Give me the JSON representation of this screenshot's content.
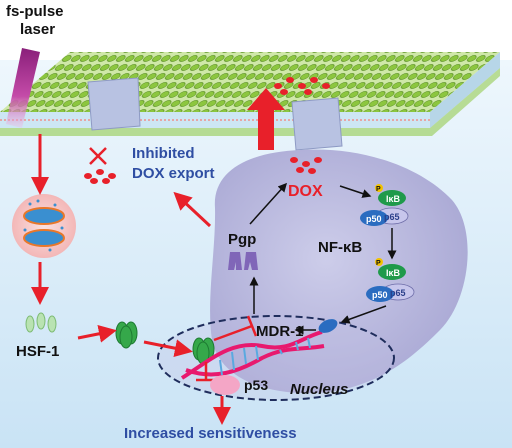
{
  "labels": {
    "laser": "fs-pulse\nlaser",
    "inhibited": "Inhibited\nDOX export",
    "dox": "DOX",
    "pgp": "Pgp",
    "nfkb": "NF-κB",
    "ikb": "IκB",
    "p": "P",
    "p50": "p50",
    "p65": "p65",
    "hsf1": "HSF-1",
    "mdr1": "MDR-1",
    "p53": "p53",
    "nucleus": "Nucleus",
    "sensitiveness": "Increased sensitiveness"
  },
  "colors": {
    "membrane_green": "#8cc63f",
    "membrane_dark": "#5a8f26",
    "red_arrow": "#e8202a",
    "text_blue": "#2f4ea3",
    "dox_red": "#e8202a",
    "cell_lavender": "#b9b8dc",
    "nucleus_dash": "#1f2d5c",
    "background_blue": "#d8ecf8",
    "ikb_green": "#1f9a4a",
    "p50_blue": "#2a6cc0",
    "p65_lavender": "#c7c6ec",
    "p_yellow": "#f2c200"
  },
  "icons": [
    "laser-beam-icon",
    "cross-icon",
    "pgp-pump-icon",
    "dna-helix-icon",
    "hsf1-trimer-icon"
  ]
}
